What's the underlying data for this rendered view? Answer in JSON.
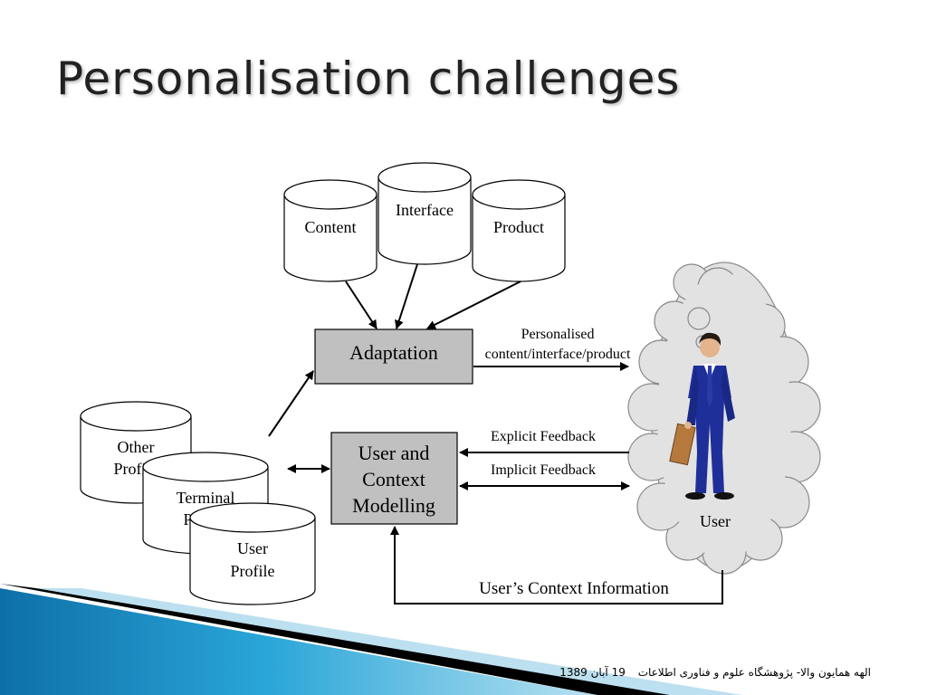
{
  "slide": {
    "title": "Personalisation challenges"
  },
  "diagram": {
    "databases": {
      "content": "Content",
      "interface": "Interface",
      "product": "Product",
      "other_profile": [
        "Other",
        "Profile"
      ],
      "terminal_profile": [
        "Terminal",
        "Profile"
      ],
      "user_profile": [
        "User",
        "Profile"
      ]
    },
    "boxes": {
      "adaptation": "Adaptation",
      "modelling": [
        "User and",
        "Context",
        "Modelling"
      ]
    },
    "arrows": {
      "personalised": [
        "Personalised",
        "content/interface/product"
      ],
      "explicit_feedback": "Explicit Feedback",
      "implicit_feedback": "Implicit Feedback",
      "context_info": "User’s Context Information"
    },
    "user_label": "User"
  },
  "footer": {
    "author_text": "الهه همایون والا- پژوهشگاه علوم و فناوری اطلاعات",
    "date_text": "19 آبان 1389"
  },
  "colors": {
    "box_fill": "#c0c0c0",
    "cloud_fill": "#e0e0e0",
    "suit": "#1f2f9a",
    "accent_band": "#1a8fc4"
  }
}
